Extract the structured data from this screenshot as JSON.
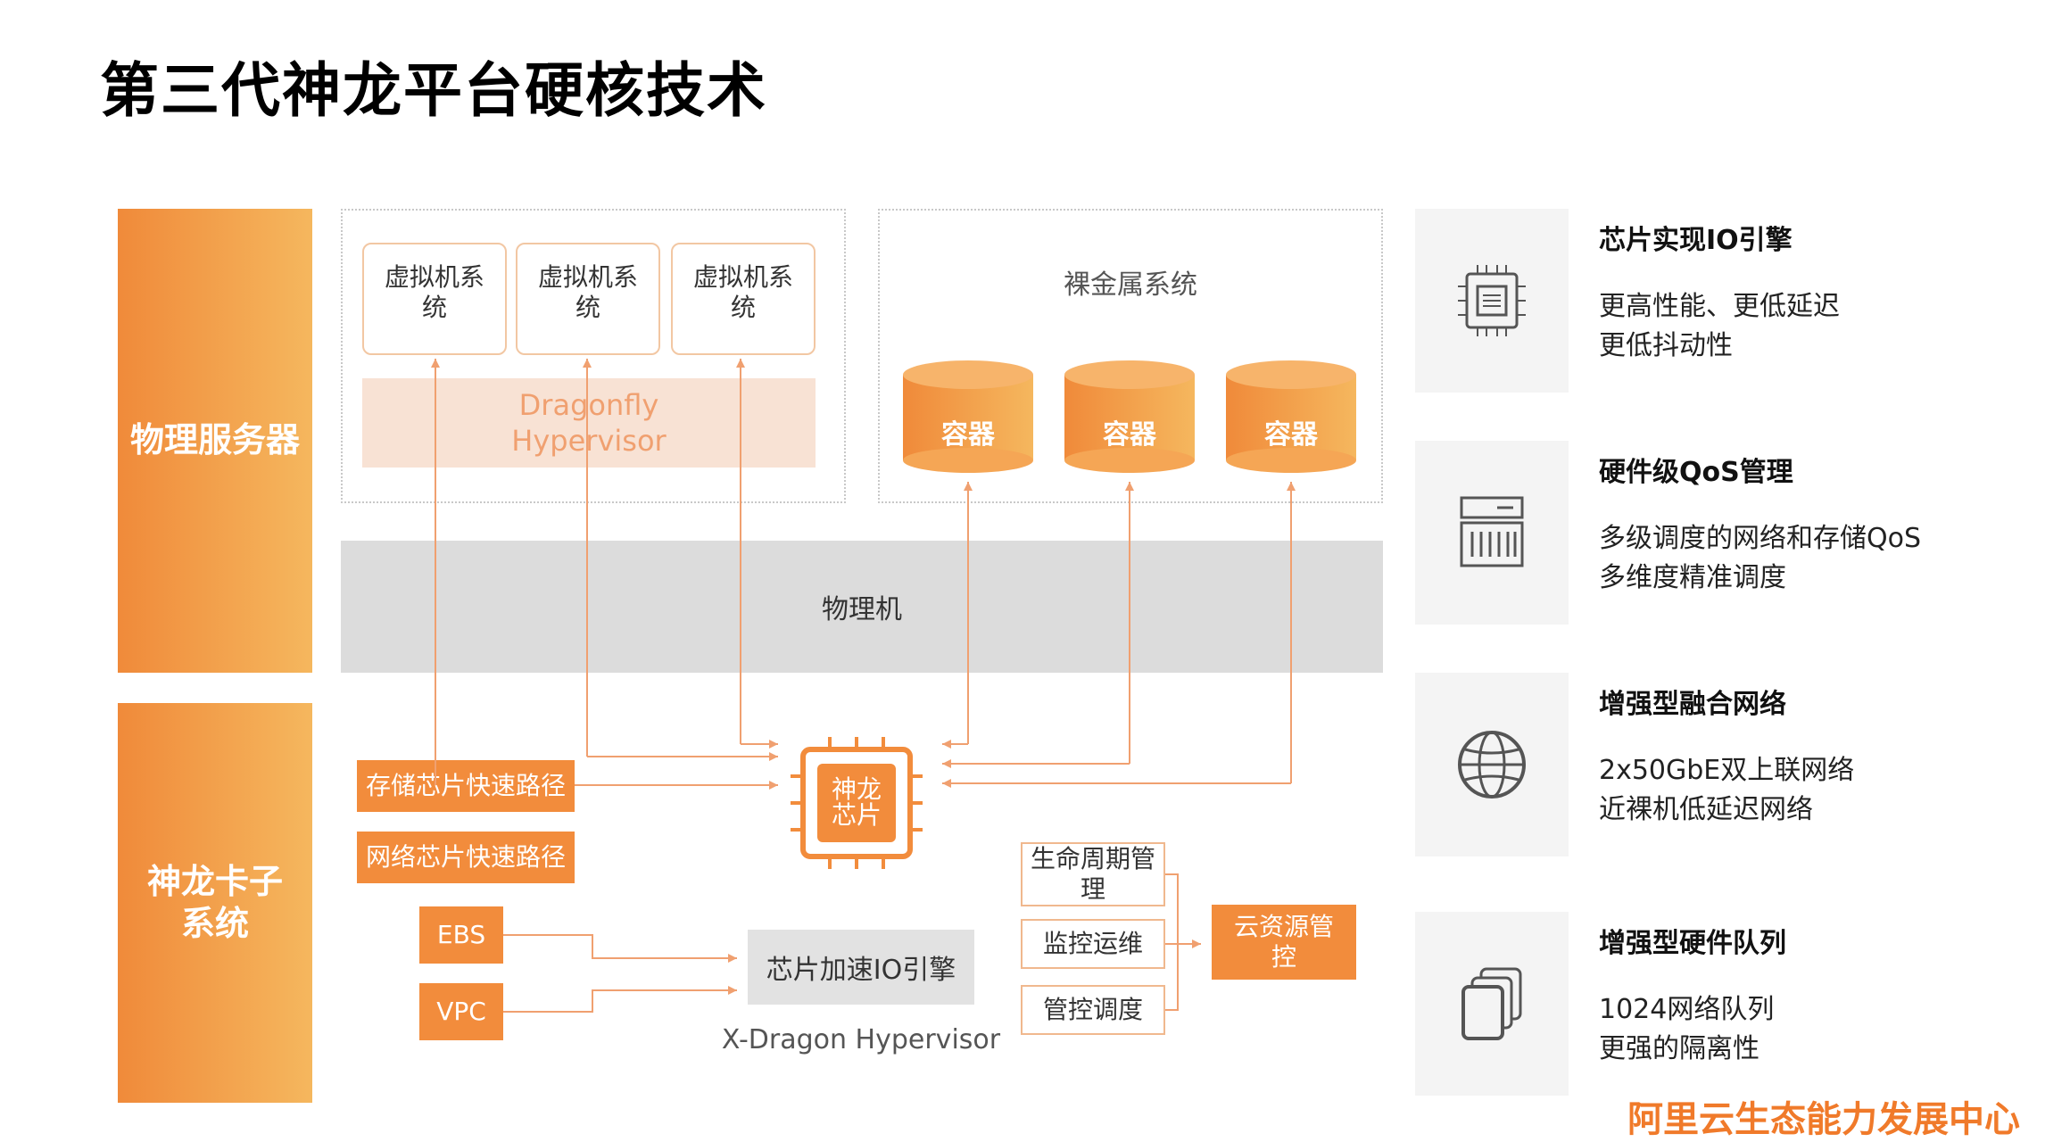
{
  "title": "第三代神龙平台硬核技术",
  "left_bands": {
    "physical_server": "物理服务器",
    "shenlong_card": "神龙卡子\n系统"
  },
  "vm_group": {
    "vms": [
      "虚拟机系\n统",
      "虚拟机系\n统",
      "虚拟机系\n统"
    ],
    "hypervisor": "Dragonfly\nHypervisor"
  },
  "bare_metal": {
    "label": "裸金属系统",
    "containers": [
      "容器",
      "容器",
      "容器"
    ]
  },
  "physical_machine": "物理机",
  "chip": "神龙\n芯片",
  "paths": {
    "storage": "存储芯片快速路径",
    "network": "网络芯片快速路径"
  },
  "io": {
    "ebs": "EBS",
    "vpc": "VPC",
    "engine": "芯片加速IO引擎",
    "hypervisor": "X-Dragon Hypervisor"
  },
  "management": {
    "lifecycle": "生命周期管\n理",
    "monitor": "监控运维",
    "schedule": "管控调度",
    "cloud": "云资源管\n控"
  },
  "features": [
    {
      "icon": "chip-icon",
      "title": "芯片实现IO引擎",
      "lines": [
        "更高性能、更低延迟",
        "更低抖动性"
      ]
    },
    {
      "icon": "server-rack-icon",
      "title": "硬件级QoS管理",
      "lines": [
        "多级调度的网络和存储QoS",
        "多维度精准调度"
      ]
    },
    {
      "icon": "globe-icon",
      "title": "增强型融合网络",
      "lines": [
        "2x50GbE双上联网络",
        "近裸机低延迟网络"
      ]
    },
    {
      "icon": "stacked-copies-icon",
      "title": "增强型硬件队列",
      "lines": [
        "1024网络队列",
        "更强的隔离性"
      ]
    }
  ],
  "footer": "阿里云生态能力发展中心",
  "colors": {
    "accent": "#f28c3c",
    "accent_light": "#f5b75e",
    "line": "#f0a070",
    "grey": "#dcdcdc"
  }
}
